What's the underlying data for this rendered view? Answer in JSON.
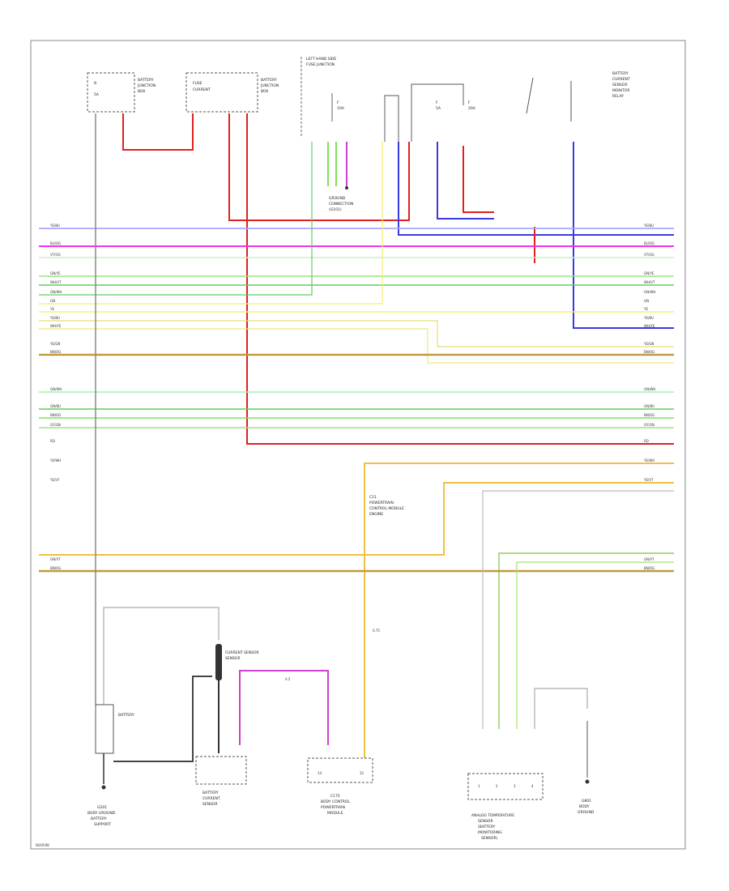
{
  "diagram_id": "W20598",
  "components": {
    "battery_fuse_box": [
      "B",
      "5A",
      "BATTERY",
      "JUNCTION",
      "BOX"
    ],
    "junction_box": [
      "FUSE",
      "CURRENT",
      "BATTERY",
      "JUNCTION",
      "BOX"
    ],
    "bus_connector": [
      "LEFT HAND SIDE",
      "FUSE JUNCTION"
    ],
    "fuse_10a": [
      "F",
      "10A"
    ],
    "ground_g01": [
      "GROUND",
      "CONNECTION",
      "(G101)"
    ],
    "fuse_5a_mid": [
      "F",
      "5A"
    ],
    "fuse_20a": [
      "F",
      "20A"
    ],
    "battery_relay": [
      "BATTERY",
      "CURRENT",
      "SENSOR",
      "MONITOR",
      "RELAY"
    ],
    "battery": [
      "BATTERY"
    ],
    "battery_label": [
      "G201",
      "BODY GROUND",
      "BATTERY",
      "SUPPORT"
    ],
    "current_sensor": [
      "CURRENT SENSOR",
      "SENSOR"
    ],
    "shunt": [
      "BATTERY",
      "CURRENT",
      "SENSOR"
    ],
    "pcm": [
      "C175",
      "BODY CONTROL",
      "POWERTRAIN",
      "MODULE"
    ],
    "pcm_pins": [
      "14",
      "32"
    ],
    "lower_module": [
      "ANALOG TEMPERATURE",
      "SENSOR",
      "(BATTERY",
      "MONITORING",
      "SENSOR)"
    ],
    "lower_pins": [
      "1",
      "2",
      "3",
      "4"
    ],
    "ground_g2": [
      "G801",
      "BODY",
      "GROUND"
    ],
    "mid_connector": [
      "C11",
      "POWERTRAIN",
      "CONTROL MODULE",
      "ENGINE"
    ],
    "wire_gauge_05": "0.5",
    "wire_gauge_075": "0.75"
  },
  "wire_rows": [
    {
      "left": "YE/BU",
      "right": "YE/BU"
    },
    {
      "left": "BU/OG",
      "right": "BU/OG"
    },
    {
      "left": "VT/OG",
      "right": "VT/OG"
    },
    {
      "left": "GN/YE",
      "right": "GN/YE"
    },
    {
      "left": "WH/VT",
      "right": "WH/VT"
    },
    {
      "left": "GN/WH",
      "right": "GN/WH"
    },
    {
      "left": "GN",
      "right": "GN"
    },
    {
      "left": "YE",
      "right": "YE"
    },
    {
      "left": "YE/BU",
      "right": "YE/BU"
    },
    {
      "left": "WH/YE",
      "right": "WH/YE"
    },
    {
      "left": "YE/GN",
      "right": "YE/GN"
    },
    {
      "left": "BN/OG",
      "right": "BN/OG"
    },
    {
      "left": "GN/WH",
      "right": "GN/WH"
    },
    {
      "left": "GN/BU",
      "right": "GN/BU"
    },
    {
      "left": "BN/OG",
      "right": "BN/OG"
    },
    {
      "left": "GY/GN",
      "right": "GY/GN"
    },
    {
      "left": "RD",
      "right": "RD"
    },
    {
      "left": "YE/WH",
      "right": "YE/WH"
    },
    {
      "left": "YE/VT",
      "right": "YE/VT"
    },
    {
      "left": "BN/OG",
      "right": "BN/OG"
    },
    {
      "left": "GN/VT",
      "right": "GN/VT"
    }
  ]
}
